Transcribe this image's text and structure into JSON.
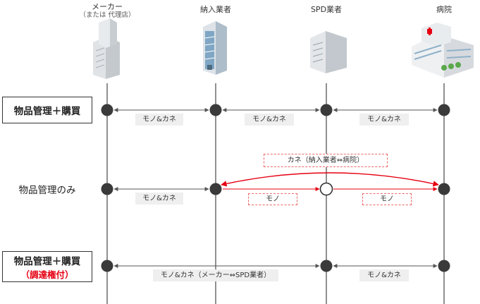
{
  "entities": [
    {
      "title": "メーカー",
      "subtitle": "（または 代理店）"
    },
    {
      "title": "納入業者"
    },
    {
      "title": "SPD業者"
    },
    {
      "title": "病院"
    }
  ],
  "rows": [
    {
      "label": "物品管理＋購買"
    },
    {
      "label": "物品管理のみ"
    },
    {
      "label": "物品管理＋購買",
      "sublabel": "（調達権付）"
    }
  ],
  "flows": {
    "row1": [
      "モノ&カネ",
      "モノ&カネ",
      "モノ&カネ"
    ],
    "row2": {
      "maker_vendor": "モノ&カネ",
      "vendor_spd": "モノ",
      "spd_hospital": "モノ",
      "money": "カネ（納入業者⇔病院）"
    },
    "row3": {
      "maker_spd": "モノ&カネ（メーカー⇔SPD業者）",
      "spd_hospital": "モノ&カネ"
    }
  },
  "colors": {
    "line": "#555555",
    "node": "#3a3a3a",
    "accent": "#e60012"
  }
}
